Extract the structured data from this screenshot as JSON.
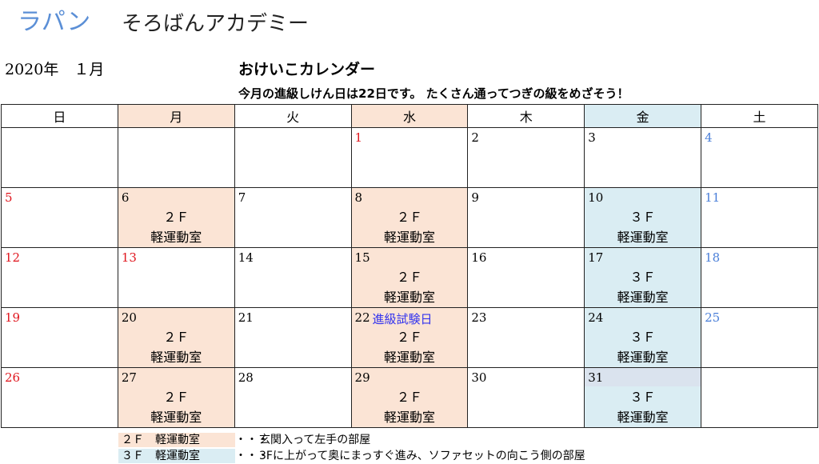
{
  "header": {
    "brand": "ラパン",
    "school": "そろばんアカデミー",
    "year_month": "2020年　１月",
    "title": "おけいこカレンダー",
    "subtitle": "今月の進級しけん日は22日です。 たくさん通ってつぎの級をめざそう！"
  },
  "weekdays": [
    "日",
    "月",
    "火",
    "水",
    "木",
    "金",
    "土"
  ],
  "colors": {
    "orange": "#fbe4d5",
    "blue": "#daedf3",
    "red": "#e0161e",
    "sat_blue": "#4a7fd9",
    "event": "#3333ee"
  },
  "weeks": [
    [
      {
        "d": ""
      },
      {
        "d": ""
      },
      {
        "d": ""
      },
      {
        "d": "1",
        "c": "red"
      },
      {
        "d": "2"
      },
      {
        "d": "3"
      },
      {
        "d": "4",
        "c": "blue"
      }
    ],
    [
      {
        "d": "5",
        "c": "red"
      },
      {
        "d": "6",
        "bg": "o",
        "floor": "２Ｆ",
        "room": "軽運動室"
      },
      {
        "d": "7"
      },
      {
        "d": "8",
        "bg": "o",
        "floor": "２Ｆ",
        "room": "軽運動室"
      },
      {
        "d": "9"
      },
      {
        "d": "10",
        "bg": "b",
        "floor": "３Ｆ",
        "room": "軽運動室"
      },
      {
        "d": "11",
        "c": "blue"
      }
    ],
    [
      {
        "d": "12",
        "c": "red"
      },
      {
        "d": "13",
        "c": "red"
      },
      {
        "d": "14"
      },
      {
        "d": "15",
        "bg": "o",
        "floor": "２Ｆ",
        "room": "軽運動室"
      },
      {
        "d": "16"
      },
      {
        "d": "17",
        "bg": "b",
        "floor": "３Ｆ",
        "room": "軽運動室"
      },
      {
        "d": "18",
        "c": "blue"
      }
    ],
    [
      {
        "d": "19",
        "c": "red"
      },
      {
        "d": "20",
        "bg": "o",
        "floor": "２Ｆ",
        "room": "軽運動室"
      },
      {
        "d": "21"
      },
      {
        "d": "22",
        "bg": "o",
        "floor": "２Ｆ",
        "room": "軽運動室",
        "event": "進級試験日"
      },
      {
        "d": "23"
      },
      {
        "d": "24",
        "bg": "b",
        "floor": "３Ｆ",
        "room": "軽運動室"
      },
      {
        "d": "25",
        "c": "blue"
      }
    ],
    [
      {
        "d": "26",
        "c": "red"
      },
      {
        "d": "27",
        "bg": "o",
        "floor": "２Ｆ",
        "room": "軽運動室"
      },
      {
        "d": "28"
      },
      {
        "d": "29",
        "bg": "o",
        "floor": "２Ｆ",
        "room": "軽運動室"
      },
      {
        "d": "30"
      },
      {
        "d": "31",
        "bg": "b",
        "floor": "３Ｆ",
        "room": "軽運動室"
      },
      {
        "d": ""
      }
    ]
  ],
  "legend": [
    {
      "tag": "２Ｆ　軽運動室",
      "dots": "・・・",
      "desc": "玄関入って左手の部屋"
    },
    {
      "tag": "３Ｆ　軽運動室",
      "dots": "・・・",
      "desc": "3Fに上がって奥にまっすぐ進み、ソファセットの向こう側の部屋"
    }
  ]
}
